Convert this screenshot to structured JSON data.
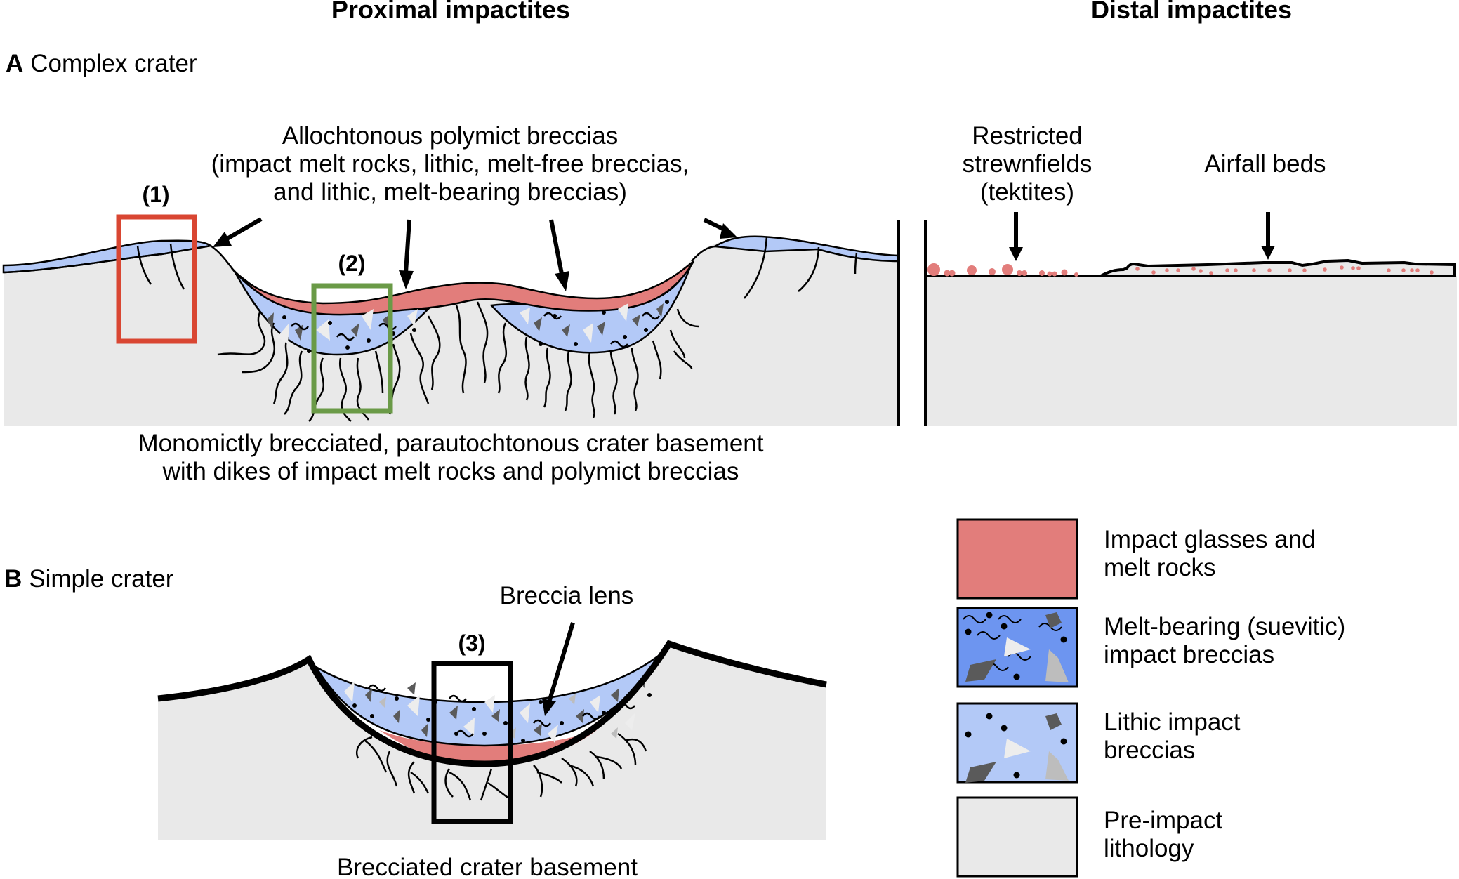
{
  "headers": {
    "proximal": "Proximal impactites",
    "distal": "Distal impactites"
  },
  "panel_a": {
    "letter": "A",
    "title": "Complex crater",
    "box_labels": [
      "(1)",
      "(2)"
    ],
    "allochthonous_label": [
      "Allochtonous polymict breccias",
      "(impact melt rocks, lithic, melt-free breccias,",
      "and lithic, melt-bearing breccias)"
    ],
    "basement_caption": [
      "Monomictly brecciated, parautochtonous crater basement",
      "with dikes of impact melt rocks and polymict breccias"
    ]
  },
  "distal": {
    "strewnfield_label": [
      "Restricted",
      "strewnfields",
      "(tektites)"
    ],
    "airfall_label": "Airfall beds"
  },
  "panel_b": {
    "letter": "B",
    "title": "Simple crater",
    "box_label": "(3)",
    "lens_label": "Breccia lens",
    "basement_caption": "Brecciated crater basement"
  },
  "legend": [
    {
      "key": "melt",
      "lines": [
        "Impact glasses and",
        "melt rocks"
      ],
      "color": "#E27D7B"
    },
    {
      "key": "suevitic",
      "lines": [
        "Melt-bearing (suevitic)",
        "impact breccias"
      ],
      "color": "#6D95F0"
    },
    {
      "key": "lithic",
      "lines": [
        "Lithic impact",
        "breccias"
      ],
      "color": "#B3C9F7"
    },
    {
      "key": "preimpact",
      "lines": [
        "Pre-impact",
        "lithology"
      ],
      "color": "#E9E9E9"
    }
  ],
  "colors": {
    "melt": "#E27D7B",
    "suevitic": "#6D95F0",
    "lithic": "#B3C9F7",
    "preimpact": "#E9E9E9",
    "box1": "#D94632",
    "box2": "#6A9A47",
    "box3": "#000000",
    "clast_dark": "#5A5A5A",
    "clast_light": "#EDEDED",
    "clast_mid": "#BDBDBD"
  }
}
